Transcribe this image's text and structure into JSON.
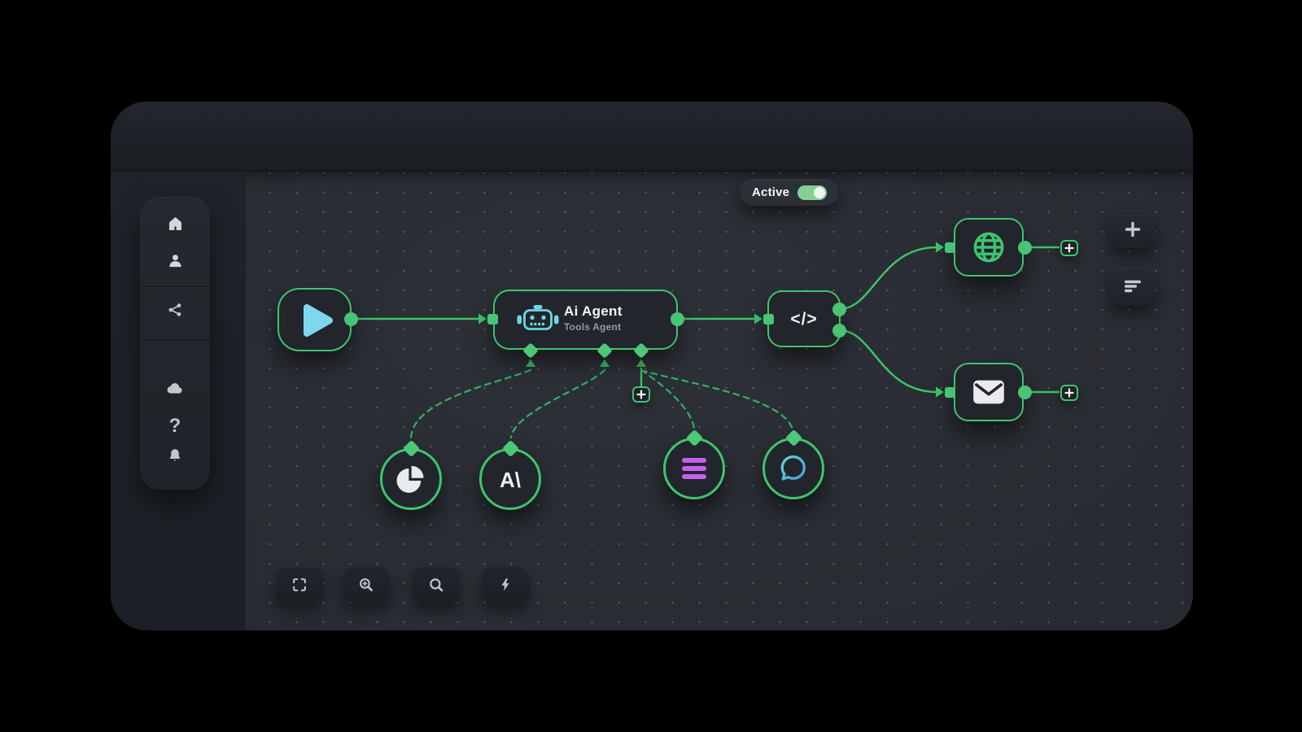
{
  "status_toggle": {
    "label": "Active",
    "state": "on"
  },
  "agent_node": {
    "title": "Ai Agent",
    "subtitle": "Tools Agent"
  },
  "code_node": {
    "glyph": "</>"
  },
  "anthropic_node": {
    "glyph": "A\\"
  },
  "sidebar": {
    "help_glyph": "?",
    "items": [
      "home",
      "user",
      "share",
      "cloud",
      "help",
      "notifications"
    ]
  },
  "canvas_toolbar": {
    "buttons": [
      "fit-view",
      "zoom-in",
      "search",
      "quick-run"
    ]
  },
  "side_toolbar": {
    "buttons": [
      "add-node",
      "filter-list"
    ]
  },
  "colors": {
    "accent_green": "#3ec46f",
    "dashed_green": "#35b065",
    "port_green": "#47c474",
    "toggle_green": "#85cf92",
    "play_cyan": "#7fd7ee",
    "robot_cyan": "#6fd4e4",
    "list_purple": "#c45ff0",
    "chat_cyan": "#55c3d6",
    "canvas_bg": "#272a31",
    "node_bg": "#22252b",
    "window_bg": "#1d2026"
  }
}
